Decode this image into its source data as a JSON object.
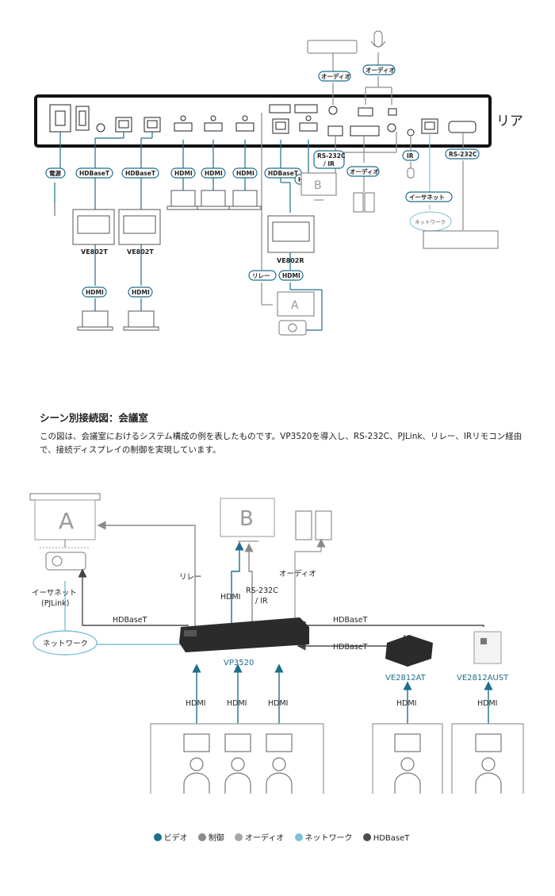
{
  "rear_label": "リア",
  "top_pills": {
    "power": "電源",
    "hdbaset_1": "HDBaseT",
    "hdbaset_2": "HDBaseT",
    "hdmi_1": "HDMI",
    "hdmi_2": "HDMI",
    "hdmi_3": "HDMI",
    "hdbaset_3": "HDBaseT",
    "rs232c_ir": "RS-232C\n/ IR",
    "hdmi_out": "HDMI",
    "audio_out": "オーディオ",
    "audio_in_1": "オーディオ",
    "audio_in_2": "オーディオ",
    "ir": "IR",
    "ethernet": "イーサネット",
    "rs232c": "RS-232C",
    "relay": "リレー",
    "hdmi_proj": "HDMI",
    "hdmi_tx_1": "HDMI",
    "hdmi_tx_2": "HDMI"
  },
  "top_devices": {
    "ve802t_1": "VE802T",
    "ve802t_2": "VE802T",
    "ve802r": "VE802R",
    "network": "ネットワーク",
    "display_b": "B",
    "display_a": "A"
  },
  "section": {
    "heading": "シーン別接続図：会議室",
    "paragraph": "この図は、会議室におけるシステム構成の例を表したものです。VP3520を導入し、RS-232C、PJLink、リレー、IRリモコン経由で、接続ディスプレイの制御を実現しています。"
  },
  "bottom": {
    "screen_a": "A",
    "screen_b": "B",
    "ethernet_pjlink_1": "イーサネット",
    "ethernet_pjlink_2": "(PJLink)",
    "network": "ネットワーク",
    "relay": "リレー",
    "hdmi": "HDMI",
    "rs232c_ir_1": "RS-232C",
    "rs232c_ir_2": "/ IR",
    "audio": "オーディオ",
    "hdbaset_left": "HDBaseT",
    "hdbaset_right_1": "HDBaseT",
    "hdbaset_right_2": "HDBaseT",
    "vp3520": "VP3520",
    "ve2812at": "VE2812AT",
    "ve2812aust": "VE2812AUST",
    "hdmi_in": [
      "HDMI",
      "HDMI",
      "HDMI",
      "HDMI",
      "HDMI"
    ]
  },
  "legend": [
    {
      "label": "ビデオ",
      "color": "#1f6e8c"
    },
    {
      "label": "制御",
      "color": "#8a8a8a"
    },
    {
      "label": "オーディオ",
      "color": "#a6a6a6"
    },
    {
      "label": "ネットワーク",
      "color": "#7fc0d6"
    },
    {
      "label": "HDBaseT",
      "color": "#4d4d4d"
    }
  ]
}
